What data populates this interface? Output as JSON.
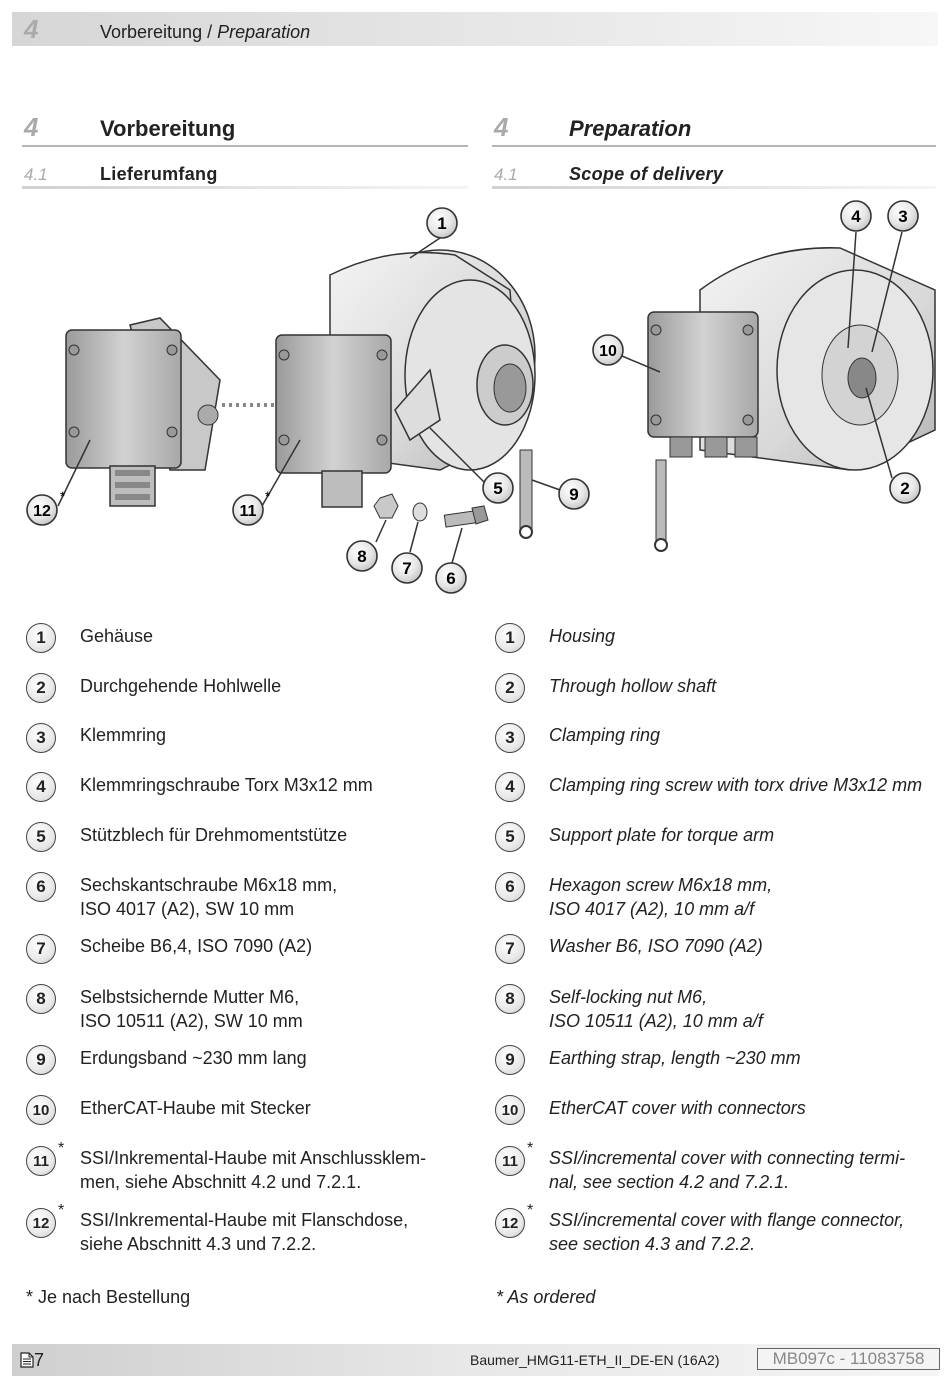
{
  "header": {
    "chapter_num": "4",
    "title_de": "Vorbereitung",
    "separator": " / ",
    "title_en": "Preparation"
  },
  "section_de": {
    "num": "4",
    "title": "Vorbereitung",
    "sub_num": "4.1",
    "sub_title": "Lieferumfang"
  },
  "section_en": {
    "num": "4",
    "title": "Preparation",
    "sub_num": "4.1",
    "sub_title": "Scope of delivery"
  },
  "figure": {
    "callouts": [
      "1",
      "2",
      "3",
      "4",
      "5",
      "6",
      "7",
      "8",
      "9",
      "10",
      "11",
      "12"
    ],
    "asterisk": "*"
  },
  "items": [
    {
      "num": "1",
      "star": "",
      "de": [
        "Gehäuse"
      ],
      "en": [
        "Housing"
      ]
    },
    {
      "num": "2",
      "star": "",
      "de": [
        "Durchgehende Hohlwelle"
      ],
      "en": [
        "Through hollow shaft"
      ]
    },
    {
      "num": "3",
      "star": "",
      "de": [
        "Klemmring"
      ],
      "en": [
        "Clamping ring"
      ]
    },
    {
      "num": "4",
      "star": "",
      "de": [
        "Klemmringschraube Torx M3x12 mm"
      ],
      "en": [
        "Clamping ring screw with torx drive M3x12 mm"
      ]
    },
    {
      "num": "5",
      "star": "",
      "de": [
        "Stützblech für Drehmomentstütze"
      ],
      "en": [
        "Support plate for torque arm"
      ]
    },
    {
      "num": "6",
      "star": "",
      "de": [
        "Sechskantschraube M6x18 mm,",
        "ISO 4017 (A2), SW 10 mm"
      ],
      "en": [
        "Hexagon screw M6x18 mm,",
        "ISO 4017 (A2), 10 mm a/f"
      ]
    },
    {
      "num": "7",
      "star": "",
      "de": [
        "Scheibe B6,4, ISO 7090 (A2)"
      ],
      "en": [
        "Washer B6, ISO 7090 (A2)"
      ]
    },
    {
      "num": "8",
      "star": "",
      "de": [
        "Selbstsichernde Mutter M6,",
        "ISO 10511 (A2), SW 10 mm"
      ],
      "en": [
        "Self-locking nut M6,",
        "ISO 10511 (A2), 10 mm a/f"
      ]
    },
    {
      "num": "9",
      "star": "",
      "de": [
        "Erdungsband ~230 mm lang"
      ],
      "en": [
        "Earthing strap, length ~230 mm"
      ]
    },
    {
      "num": "10",
      "star": "",
      "de": [
        "EtherCAT-Haube mit Stecker"
      ],
      "en": [
        "EtherCAT cover with connectors"
      ]
    },
    {
      "num": "11",
      "star": "*",
      "de": [
        "SSI/Inkremental-Haube mit Anschlussklem-",
        "men, siehe Abschnitt 4.2 und 7.2.1."
      ],
      "en": [
        "SSI/incremental cover with connecting termi-",
        "nal, see section 4.2 and 7.2.1."
      ]
    },
    {
      "num": "12",
      "star": "*",
      "de": [
        "SSI/Inkremental-Haube mit Flanschdose,",
        "siehe Abschnitt 4.3 und 7.2.2."
      ],
      "en": [
        "SSI/incremental cover with flange connector,",
        "see section 4.3 and 7.2.2."
      ]
    }
  ],
  "notes": {
    "de": "* Je nach Bestellung",
    "en": "* As ordered"
  },
  "footer": {
    "page_icon": "document-icon",
    "page": "7",
    "doc": "Baumer_HMG11-ETH_II_DE-EN  (16A2)",
    "code": "MB097c - 11083758"
  }
}
